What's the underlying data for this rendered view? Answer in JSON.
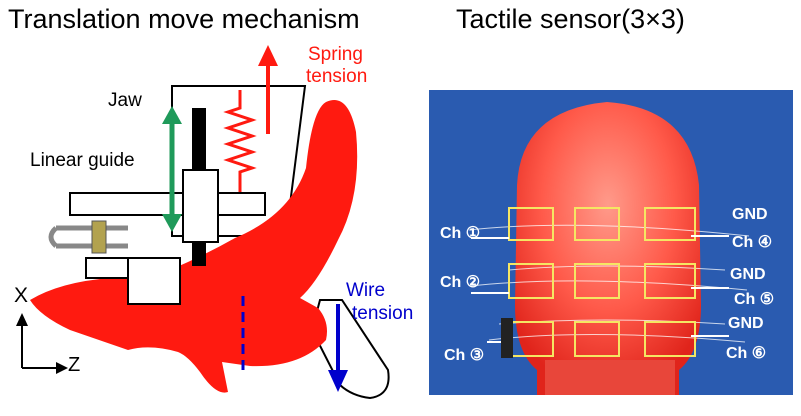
{
  "left_panel": {
    "title": "Translation move mechanism",
    "labels": {
      "jaw": "Jaw",
      "linear_guide": "Linear guide",
      "spring_line1": "Spring",
      "spring_line2": "tension",
      "wire_line1": "Wire",
      "wire_line2": "tension",
      "axis_x": "X",
      "axis_z": "Z"
    }
  },
  "right_panel": {
    "title": "Tactile sensor(3×3)",
    "channel_labels": {
      "ch1": "Ch ①",
      "ch2": "Ch ②",
      "ch3": "Ch ③",
      "ch4": "Ch ④",
      "ch5": "Ch ⑤",
      "ch6": "Ch ⑥",
      "gnd1": "GND",
      "gnd2": "GND",
      "gnd3": "GND"
    }
  },
  "colors": {
    "tongue_red": "#ff1a10",
    "spring_red": "#ff1a10",
    "wire_blue": "#0000cc",
    "guide_green": "#1f9a5a",
    "sensor_yellow": "#f5e663",
    "photo_bg": "#2a5bb0"
  }
}
